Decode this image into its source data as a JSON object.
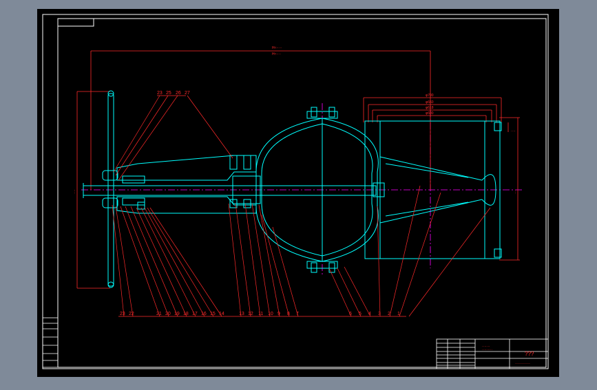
{
  "colors": {
    "viewport_bg": "#7f8a99",
    "sheet_bg": "#000000",
    "border": "#ffffff",
    "outline": "#00ffff",
    "leader": "#ff0000",
    "centerline": "#ff00ff",
    "text": "#ff2a2a",
    "title_text": "#ffffff"
  },
  "dimensions": {
    "overall_a": "H≈·····",
    "overall_b": "H≈····",
    "dia_1": "φ700",
    "dia_2": "φ660",
    "dia_3": "φ618",
    "dia_4": "φ600",
    "flange_note": "····",
    "height_left": "····",
    "height_right": "····"
  },
  "balloons": {
    "top": [
      "23",
      "25",
      "26",
      "27"
    ],
    "bottom": [
      "23",
      "22",
      "21",
      "20",
      "19",
      "18",
      "17",
      "16",
      "15",
      "14",
      "13",
      "12",
      "11",
      "10",
      "9",
      "8",
      "7",
      "6",
      "5",
      "4",
      "3",
      "2",
      "1"
    ]
  },
  "title_block": {
    "drawing_title": "???",
    "drawing_number": "···········",
    "company_line1": "·······",
    "company_line2": "·········"
  }
}
